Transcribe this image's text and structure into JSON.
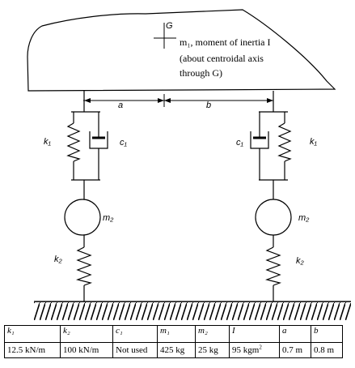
{
  "diagram": {
    "centroid_label": "G",
    "mass1_label_line1": "m₁, moment of inertia I",
    "mass1_label_line2": "(about centroidal axis",
    "mass1_label_line3": "through G)",
    "dim_a": "a",
    "dim_b": "b",
    "k1_left": "k₁",
    "c1_left": "c₁",
    "k1_right": "k₁",
    "c1_right": "c₁",
    "m2_left": "m₂",
    "m2_right": "m₂",
    "k2_left": "k₂",
    "k2_right": "k₂"
  },
  "table": {
    "headers": [
      "k₁",
      "k₂",
      "c₁",
      "m₁",
      "m₂",
      "I",
      "a",
      "b"
    ],
    "values": [
      "12.5 kN/m",
      "100 kN/m",
      "Not used",
      "425 kg",
      "25 kg",
      "95 kgm",
      "0.7 m",
      "0.8 m"
    ],
    "inertia_exponent": "2"
  }
}
